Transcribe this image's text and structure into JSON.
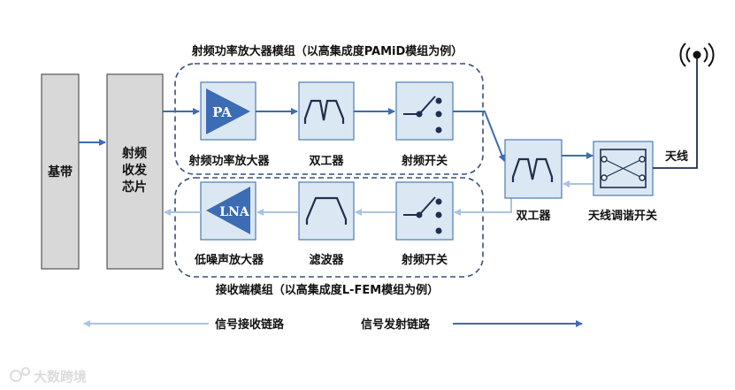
{
  "pa_module_title": "射频功率放大器模组（以高集成度PAMiD模组为例）",
  "fem_module_title": "接收端模组（以高集成度L-FEM模组为例）",
  "baseband": {
    "label": "基带"
  },
  "transceiver": {
    "label_lines": [
      "射频",
      "收发",
      "芯片"
    ]
  },
  "tx_path": {
    "pa": {
      "symbol": "PA",
      "label": "射频功率放大器"
    },
    "duplexer": {
      "label": "双工器"
    },
    "rf_switch": {
      "label": "射频开关"
    }
  },
  "rx_path": {
    "lna": {
      "symbol": "LNA",
      "label": "低噪声放大器"
    },
    "filter": {
      "label": "滤波器"
    },
    "rf_switch": {
      "label": "射频开关"
    }
  },
  "external_duplexer": {
    "label": "双工器"
  },
  "antenna_tuner": {
    "label": "天线调谐开关"
  },
  "antenna": {
    "label": "天线"
  },
  "legend": {
    "receive_path": "信号接收链路",
    "transmit_path": "信号发射链路"
  },
  "watermark": "大数跨境",
  "colors": {
    "block_fill": "#dbe8f4",
    "block_stroke": "#4a7cb5",
    "dark_blue": "#3c6cb4",
    "light_blue": "#a8c4e2",
    "gray_fill": "#d8d8d8",
    "gray_stroke": "#555555",
    "module_dash": "#35507a"
  }
}
